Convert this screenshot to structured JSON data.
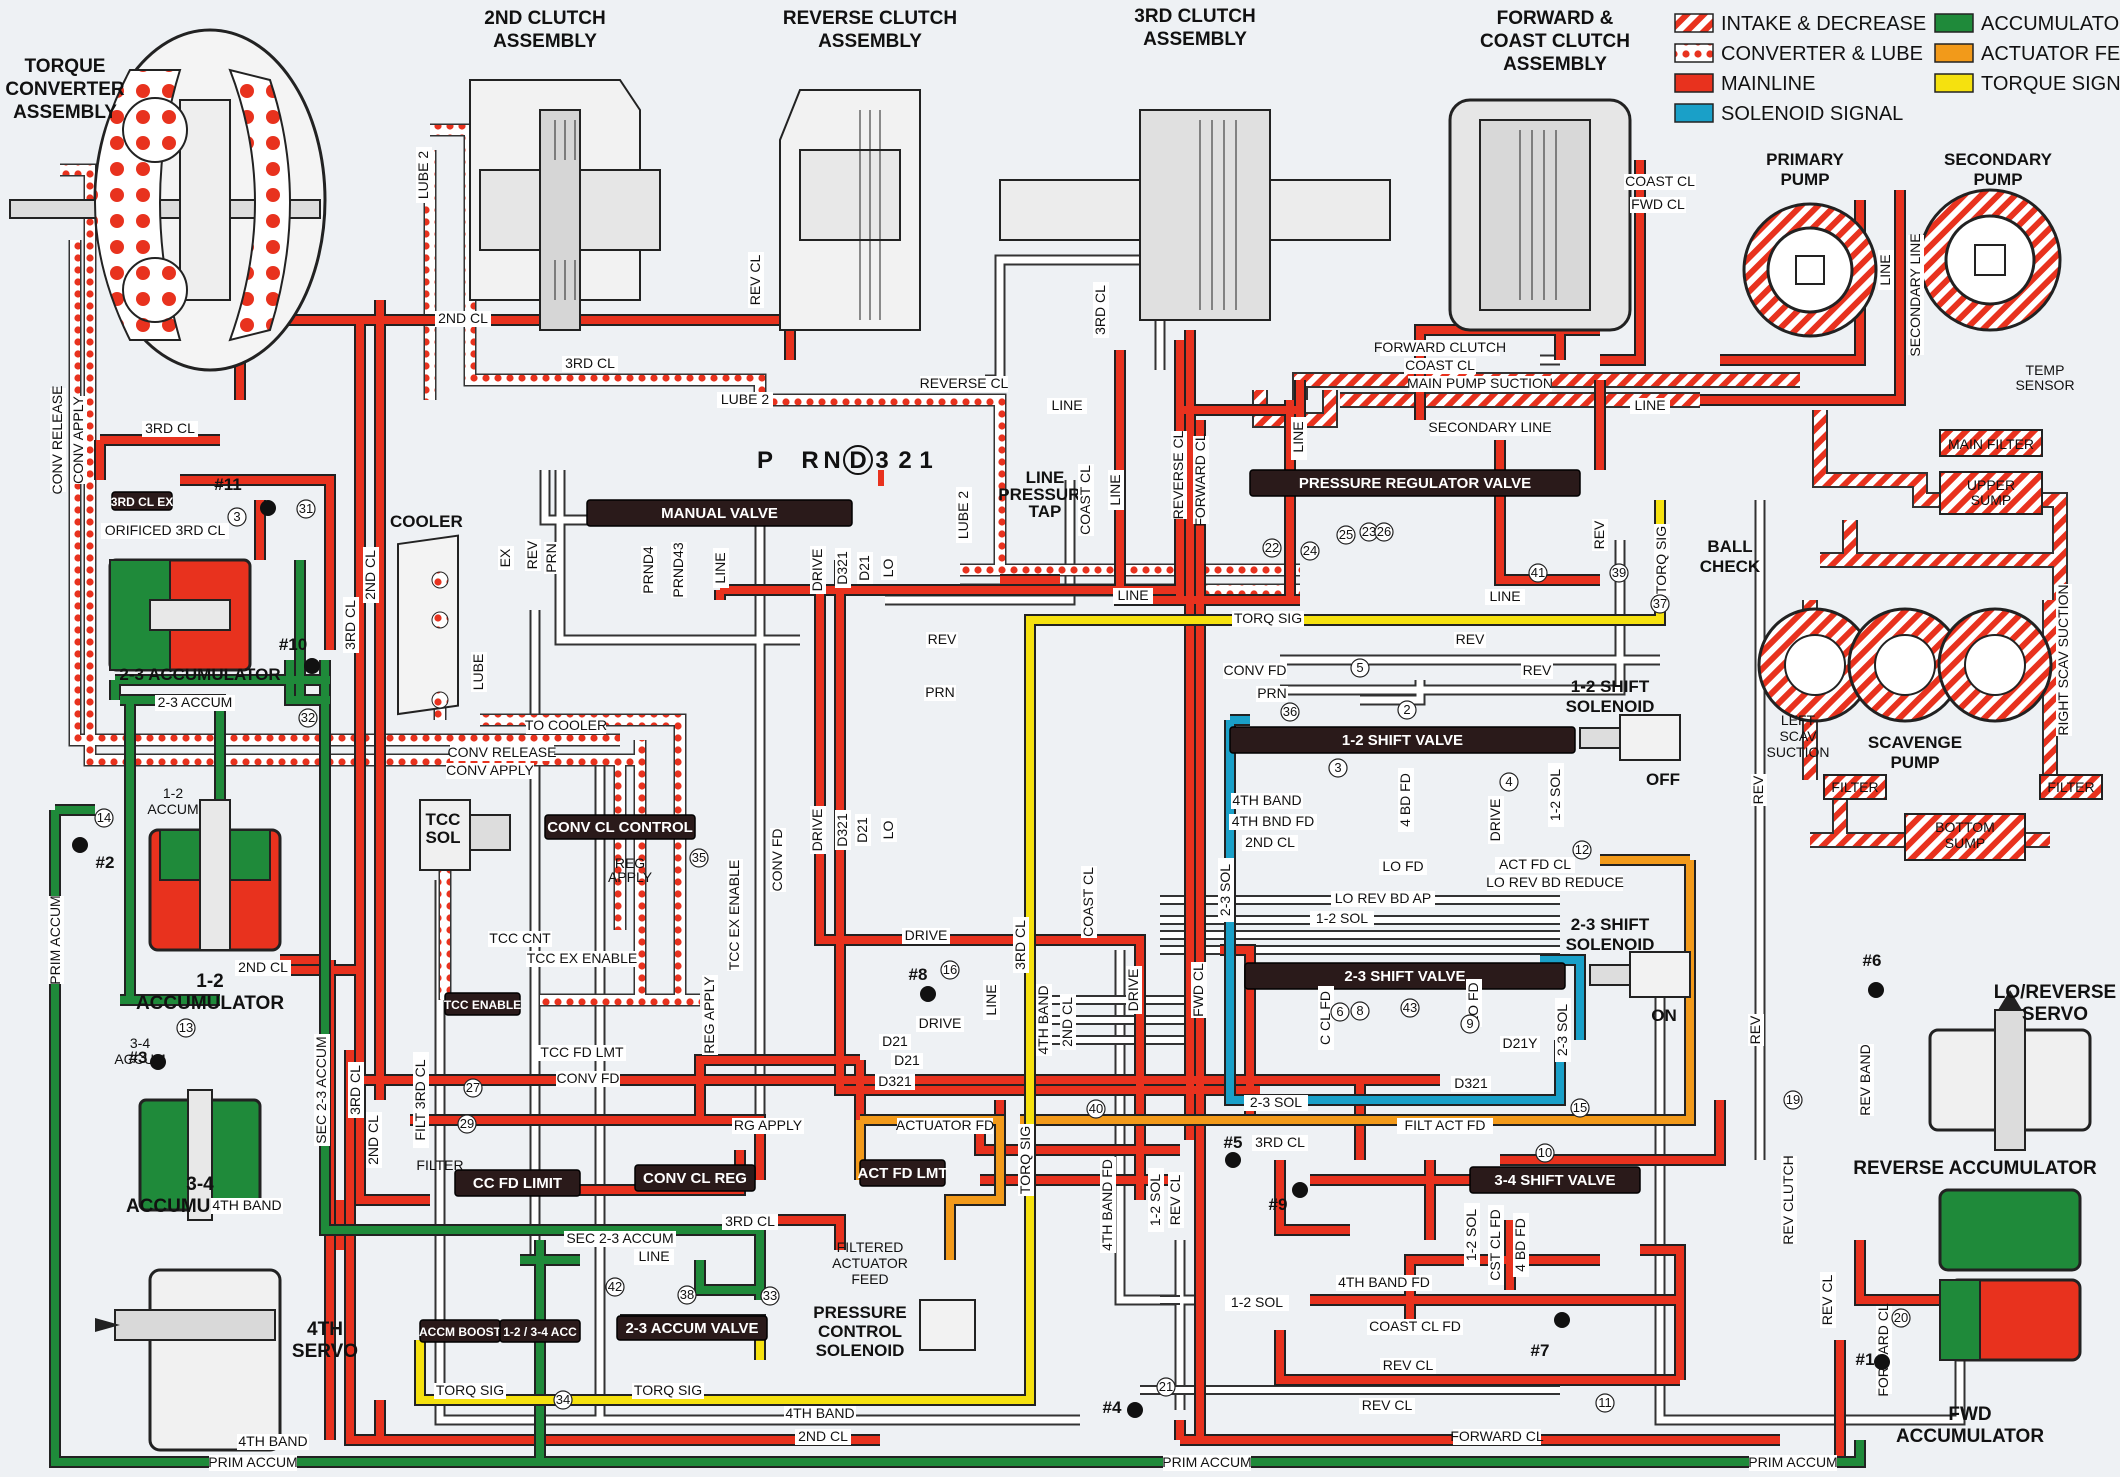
{
  "legend": [
    {
      "label": "INTAKE & DECREASE",
      "kind": "intake"
    },
    {
      "label": "CONVERTER & LUBE",
      "kind": "converter"
    },
    {
      "label": "MAINLINE",
      "kind": "mainline"
    },
    {
      "label": "SOLENOID SIGNAL",
      "kind": "solenoid"
    },
    {
      "label": "ACCUMULATOR",
      "kind": "accumulator"
    },
    {
      "label": "ACTUATOR FEED",
      "kind": "actuator"
    },
    {
      "label": "TORQUE SIGNAL",
      "kind": "torque"
    }
  ],
  "colors": {
    "mainline": "#e8321e",
    "accumulator": "#1f8a3a",
    "solenoid": "#1aa0c8",
    "actuator": "#f29a1a",
    "torque": "#f5e10f",
    "exhaust": "#ffffff",
    "valve_body": "#2a1a1a",
    "outline": "#222222"
  },
  "assemblies": {
    "torque_converter": [
      "TORQUE",
      "CONVERTER",
      "ASSEMBLY"
    ],
    "second_clutch": [
      "2ND CLUTCH",
      "ASSEMBLY"
    ],
    "reverse_clutch": [
      "REVERSE CLUTCH",
      "ASSEMBLY"
    ],
    "third_clutch": [
      "3RD CLUTCH",
      "ASSEMBLY"
    ],
    "forward_coast_clutch": [
      "FORWARD &",
      "COAST CLUTCH",
      "ASSEMBLY"
    ],
    "primary_pump": [
      "PRIMARY",
      "PUMP"
    ],
    "secondary_pump": [
      "SECONDARY",
      "PUMP"
    ],
    "scavenge_pump": [
      "SCAVENGE",
      "PUMP"
    ],
    "cooler": "COOLER",
    "ball_check": [
      "BALL",
      "CHECK"
    ],
    "temp_sensor": [
      "TEMP",
      "SENSOR"
    ],
    "line_pressure_tap": [
      "LINE",
      "PRESSURE",
      "TAP"
    ],
    "lo_reverse_servo": [
      "LO/REVERSE",
      "SERVO"
    ],
    "reverse_accumulator": "REVERSE ACCUMULATOR",
    "fwd_accumulator": [
      "FWD",
      "ACCUMULATOR"
    ],
    "accumulator_12": [
      "1-2",
      "ACCUMULATOR"
    ],
    "accumulator_34": [
      "3-4",
      "ACCUMULATOR"
    ],
    "accumulator_23": "2-3 ACCUMULATOR",
    "fourth_servo": [
      "4TH",
      "SERVO"
    ],
    "shift_solenoid_12": [
      "1-2 SHIFT",
      "SOLENOID"
    ],
    "shift_solenoid_23": [
      "2-3 SHIFT",
      "SOLENOID"
    ],
    "pressure_control_solenoid": [
      "PRESSURE",
      "CONTROL",
      "SOLENOID"
    ],
    "tcc_sol": [
      "TCC",
      "SOL"
    ]
  },
  "solenoid_states": {
    "shift_12": "OFF",
    "shift_23": "ON"
  },
  "valves": {
    "manual": "MANUAL VALVE",
    "pressure_regulator": "PRESSURE REGULATOR VALVE",
    "shift_12": "1-2 SHIFT VALVE",
    "shift_23": "2-3 SHIFT VALVE",
    "shift_34": "3-4 SHIFT VALVE",
    "conv_cl_control": "CONV CL CONTROL",
    "conv_cl_reg": "CONV CL REG",
    "cc_fd_limit": "CC FD LIMIT",
    "tcc_enable": "TCC ENABLE",
    "act_fd_lmt": "ACT FD LMT",
    "accm_boost": "ACCM BOOST",
    "acc_1234": "1-2 / 3-4 ACC",
    "accum_23_valve": "2-3 ACCUM VALVE",
    "third_cl_ex": "3RD CL EX"
  },
  "filters": {
    "main": "MAIN FILTER",
    "upper_sump": [
      "UPPER",
      "SUMP"
    ],
    "bottom_sump": [
      "BOTTOM",
      "SUMP"
    ],
    "filter": "FILTER"
  },
  "selector": {
    "positions": [
      "P",
      "R",
      "N",
      "D",
      "3",
      "2",
      "1"
    ],
    "selected": "D"
  },
  "check_balls": [
    "#1",
    "#2",
    "#3",
    "#4",
    "#5",
    "#6",
    "#7",
    "#8",
    "#9",
    "#10",
    "#11"
  ],
  "passages": {
    "lube2": "LUBE 2",
    "second_cl": "2ND CL",
    "third_cl": "3RD CL",
    "rev_cl": "REV CL",
    "reverse_cl": "REVERSE CL",
    "forward_clutch": "FORWARD CLUTCH",
    "coast_cl": "COAST CL",
    "main_pump_suction": "MAIN PUMP SUCTION",
    "line": "LINE",
    "secondary_line": "SECONDARY LINE",
    "torq_sig": "TORQ SIG",
    "rev": "REV",
    "conv_fd": "CONV FD",
    "prn": "PRN",
    "to_cooler": "TO COOLER",
    "conv_release": "CONV RELEASE",
    "conv_apply": "CONV APPLY",
    "drive": "DRIVE",
    "d321": "D321",
    "d21": "D21",
    "lo": "LO",
    "fourth_band": "4TH BAND",
    "fourth_bnd_fd": "4TH BND FD",
    "lo_fd": "LO FD",
    "lo_rev_bd_ap": "LO REV BD AP",
    "sol_12": "1-2 SOL",
    "sol_23": "2-3 SOL",
    "act_fd_cl": "ACT FD CL",
    "lo_rev_bd_reduce": "LO REV BD REDUCE",
    "filt_act_fd": "FILT ACT FD",
    "actuator_fd": "ACTUATOR FD",
    "rg_apply": "RG APPLY",
    "tcc_cnt": "TCC CNT",
    "tcc_ex_enable": "TCC EX ENABLE",
    "tcc_fd_lmt": "TCC FD LMT",
    "sec_23_accum": "SEC 2-3 ACCUM",
    "prim_accum": "PRIM ACCUM",
    "accum_23": "2-3 ACCUM",
    "orificed_3rd_cl": "ORIFICED 3RD CL",
    "forward_cl": "FORWARD CL",
    "coast_cl_fd": "COAST CL FD",
    "fourth_band_fd": "4TH BAND FD",
    "cst_cl_fd": "CST CL FD",
    "fourth_bd_fd": "4 BD FD",
    "rev_band": "REV BAND",
    "rev_clutch": "REV CLUTCH",
    "filt_3rd_cl": "FILT 3RD CL",
    "filtered_actuator_feed": [
      "FILTERED",
      "ACTUATOR",
      "FEED"
    ],
    "reg_apply": "REG APPLY",
    "tcc_ex_enable_v": "TCC EX ENABLE",
    "conv_release_v": "CONV RELEASE",
    "conv_apply_v": "CONV APPLY",
    "left_scav_suction": [
      "LEFT",
      "SCAV",
      "SUCTION"
    ],
    "right_scav_suction": "RIGHT SCAV SUCTION",
    "ex": "EX",
    "prnd4": "PRND4",
    "prnd43": "PRND43",
    "d321_v": "D321",
    "d21_v": "D21",
    "lube": "LUBE",
    "coast_cl_short": "COAST CL",
    "fwd_cl": "FWD CL",
    "cl_fd": "C CL FD",
    "d21y": "D21Y",
    "sol_12_v": "1-2 SOL",
    "sol_23_v": "2-3 SOL",
    "accum_12": [
      "1-2",
      "ACCUM"
    ],
    "accum_34": [
      "3-4",
      "ACCUM"
    ],
    "reg_apply_small": [
      "REG",
      "APPLY"
    ]
  },
  "port_numbers": [
    "3",
    "31",
    "32",
    "14",
    "13",
    "29",
    "27",
    "35",
    "36",
    "2",
    "3",
    "4",
    "5",
    "6",
    "8",
    "9",
    "10",
    "11",
    "12",
    "15",
    "16",
    "19",
    "20",
    "21",
    "22",
    "23",
    "24",
    "25",
    "26",
    "33",
    "34",
    "37",
    "38",
    "39",
    "40",
    "41",
    "42",
    "43"
  ]
}
